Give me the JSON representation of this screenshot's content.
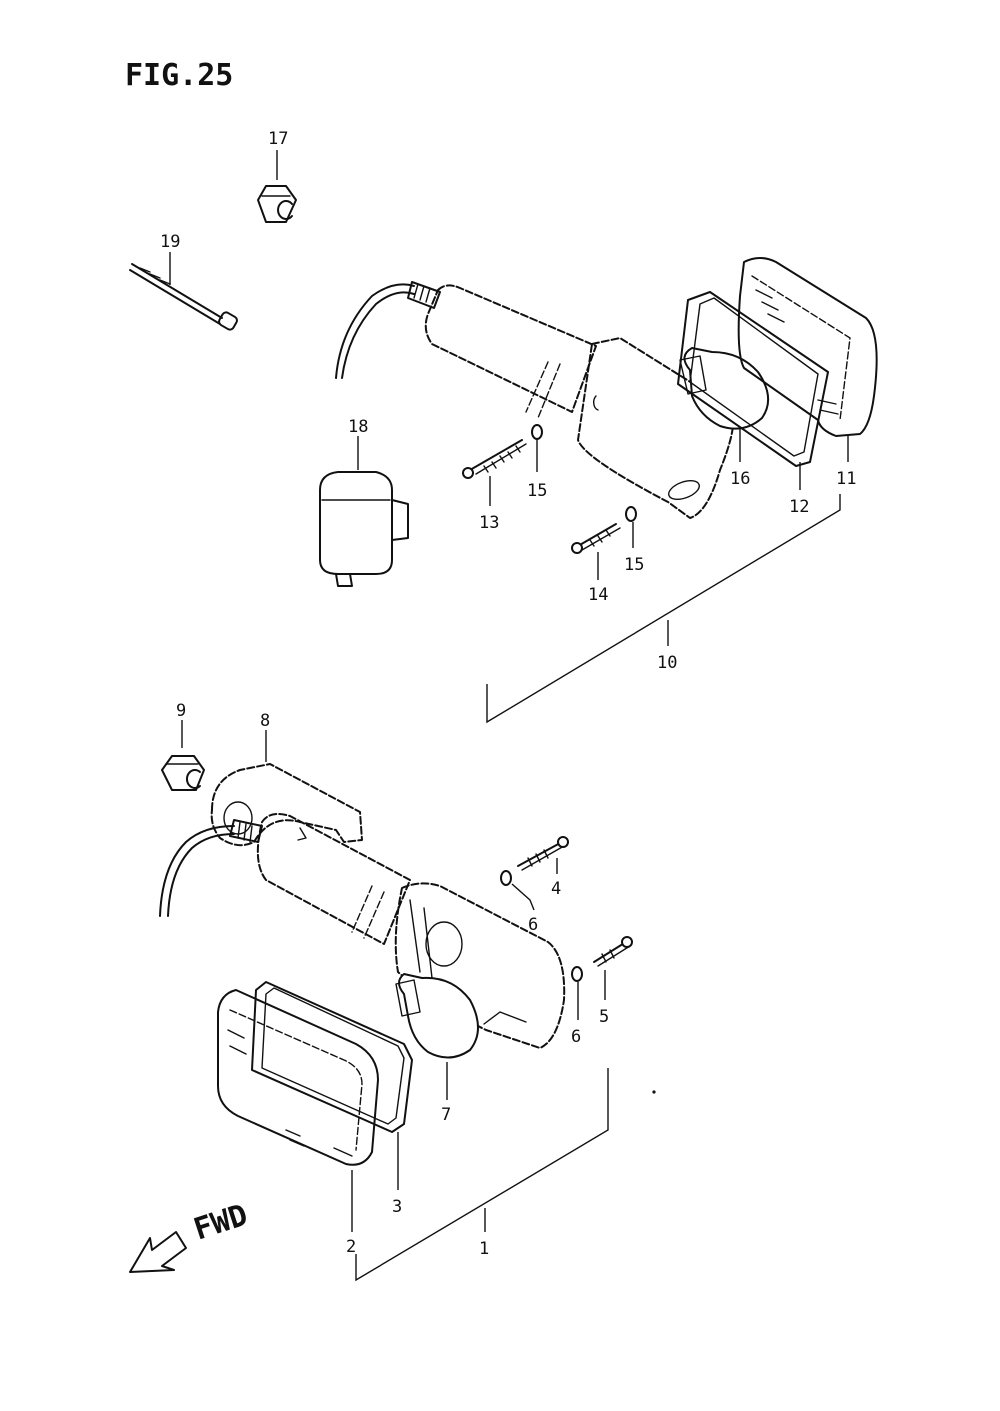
{
  "figure": {
    "title": "FIG.25"
  },
  "direction": {
    "label": "FWD"
  },
  "callouts": [
    {
      "id": "17",
      "label": "17"
    },
    {
      "id": "19",
      "label": "19"
    },
    {
      "id": "18",
      "label": "18"
    },
    {
      "id": "13",
      "label": "13"
    },
    {
      "id": "15a",
      "label": "15"
    },
    {
      "id": "16",
      "label": "16"
    },
    {
      "id": "12",
      "label": "12"
    },
    {
      "id": "11",
      "label": "11"
    },
    {
      "id": "14",
      "label": "14"
    },
    {
      "id": "15b",
      "label": "15"
    },
    {
      "id": "10",
      "label": "10"
    },
    {
      "id": "9",
      "label": "9"
    },
    {
      "id": "8",
      "label": "8"
    },
    {
      "id": "4",
      "label": "4"
    },
    {
      "id": "6a",
      "label": "6"
    },
    {
      "id": "6b",
      "label": "6"
    },
    {
      "id": "5",
      "label": "5"
    },
    {
      "id": "7",
      "label": "7"
    },
    {
      "id": "3",
      "label": "3"
    },
    {
      "id": "2",
      "label": "2"
    },
    {
      "id": "1",
      "label": "1"
    }
  ]
}
